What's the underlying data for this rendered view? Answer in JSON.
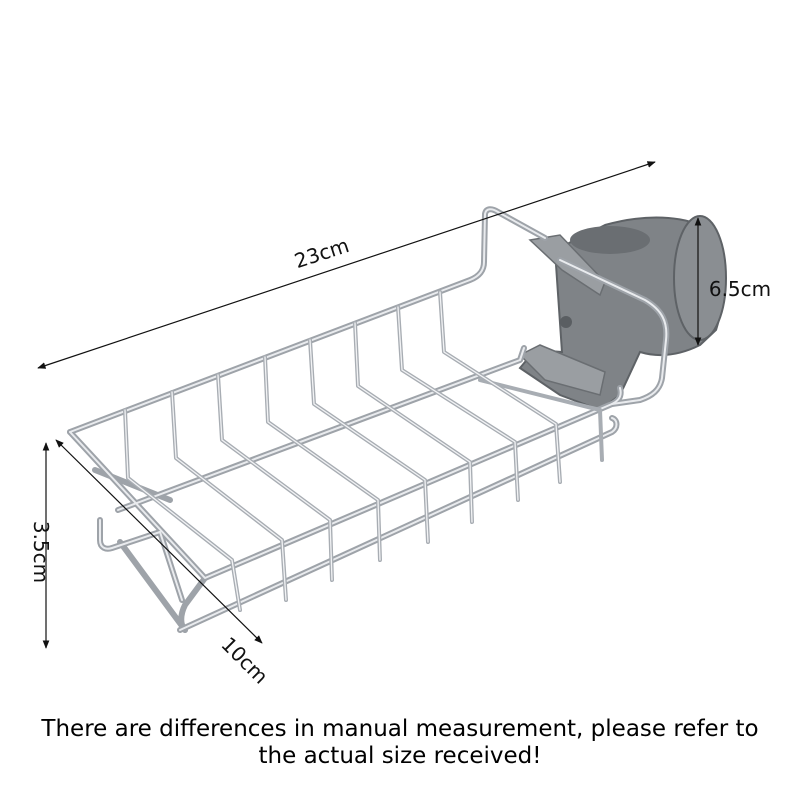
{
  "dimensions": {
    "length": "23cm",
    "height": "6.5cm",
    "depth": "3.5cm",
    "width": "10cm"
  },
  "note": {
    "line1": "There are differences in manual measurement, please refer to",
    "line2": "the actual size received!"
  },
  "colors": {
    "background": "#ffffff",
    "wire": "#b8bcc2",
    "wire_highlight": "#eef0f3",
    "clamp": "#808488",
    "clamp_dark": "#64686c",
    "dimension_line": "#111111"
  }
}
